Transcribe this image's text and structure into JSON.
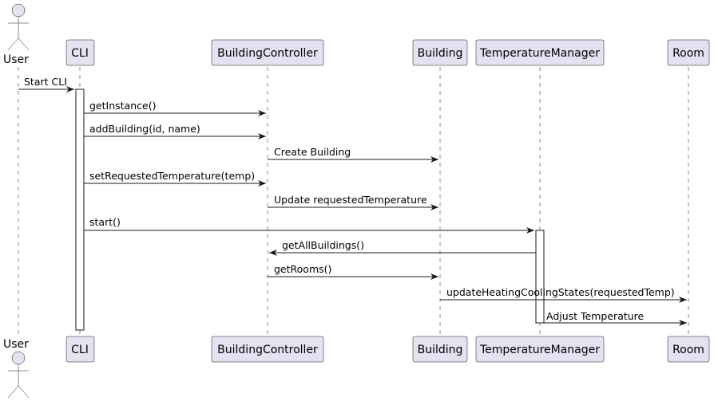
{
  "participants": [
    {
      "id": "user",
      "label": "User",
      "kind": "actor"
    },
    {
      "id": "cli",
      "label": "CLI",
      "kind": "box"
    },
    {
      "id": "bc",
      "label": "BuildingController",
      "kind": "box"
    },
    {
      "id": "bld",
      "label": "Building",
      "kind": "box"
    },
    {
      "id": "tm",
      "label": "TemperatureManager",
      "kind": "box"
    },
    {
      "id": "room",
      "label": "Room",
      "kind": "box"
    }
  ],
  "messages": [
    {
      "from": "user",
      "to": "cli",
      "label": "Start CLI"
    },
    {
      "from": "cli",
      "to": "bc",
      "label": "getInstance()"
    },
    {
      "from": "cli",
      "to": "bc",
      "label": "addBuilding(id, name)"
    },
    {
      "from": "bc",
      "to": "bld",
      "label": "Create Building"
    },
    {
      "from": "cli",
      "to": "bc",
      "label": "setRequestedTemperature(temp)"
    },
    {
      "from": "bc",
      "to": "bld",
      "label": "Update requestedTemperature"
    },
    {
      "from": "cli",
      "to": "tm",
      "label": "start()"
    },
    {
      "from": "tm",
      "to": "bc",
      "label": "getAllBuildings()"
    },
    {
      "from": "bc",
      "to": "bld",
      "label": "getRooms()"
    },
    {
      "from": "bld",
      "to": "room",
      "label": "updateHeatingCoolingStates(requestedTemp)"
    },
    {
      "from": "tm",
      "to": "room",
      "label": "Adjust Temperature"
    }
  ],
  "activations": [
    {
      "participant": "cli",
      "from_message": 0,
      "to_message": "end"
    },
    {
      "participant": "tm",
      "from_message": 6,
      "to_message": 10
    }
  ]
}
